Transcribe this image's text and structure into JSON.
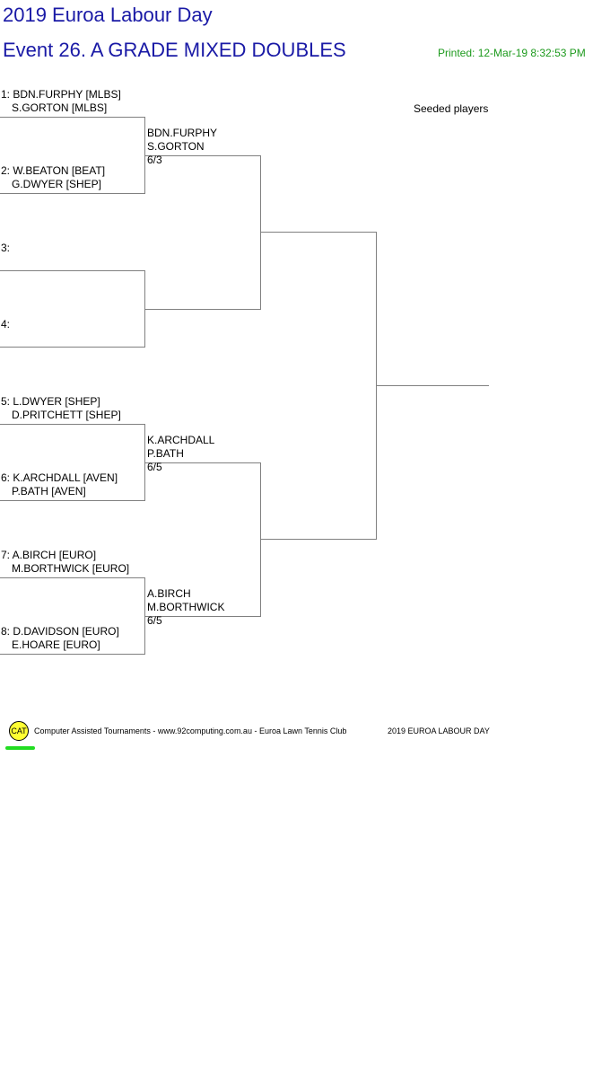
{
  "header": {
    "title": "2019 Euroa Labour Day",
    "event": "Event 26. A GRADE MIXED DOUBLES",
    "printed": "Printed: 12-Mar-19 8:32:53 PM"
  },
  "legend": {
    "seeded": "Seeded players"
  },
  "entries": [
    {
      "line1": "1: BDN.FURPHY [MLBS]",
      "line2": "S.GORTON [MLBS]"
    },
    {
      "line1": "2: W.BEATON [BEAT]",
      "line2": "G.DWYER [SHEP]"
    },
    {
      "line1": "3:",
      "line2": ""
    },
    {
      "line1": "4:",
      "line2": ""
    },
    {
      "line1": "5: L.DWYER [SHEP]",
      "line2": "D.PRITCHETT [SHEP]"
    },
    {
      "line1": "6: K.ARCHDALL [AVEN]",
      "line2": "P.BATH [AVEN]"
    },
    {
      "line1": "7: A.BIRCH [EURO]",
      "line2": "M.BORTHWICK [EURO]"
    },
    {
      "line1": "8: D.DAVIDSON [EURO]",
      "line2": "E.HOARE [EURO]"
    }
  ],
  "round2": [
    {
      "line1": "BDN.FURPHY",
      "line2": "S.GORTON",
      "score": "6/3"
    },
    {
      "line1": "",
      "line2": "",
      "score": ""
    },
    {
      "line1": "K.ARCHDALL",
      "line2": "P.BATH",
      "score": "6/5"
    },
    {
      "line1": "A.BIRCH",
      "line2": "M.BORTHWICK",
      "score": "6/5"
    }
  ],
  "footer": {
    "logo": "CAT",
    "credit": "Computer Assisted Tournaments - www.92computing.com.au -  Euroa Lawn Tennis Club",
    "event": "2019 EUROA LABOUR DAY"
  }
}
